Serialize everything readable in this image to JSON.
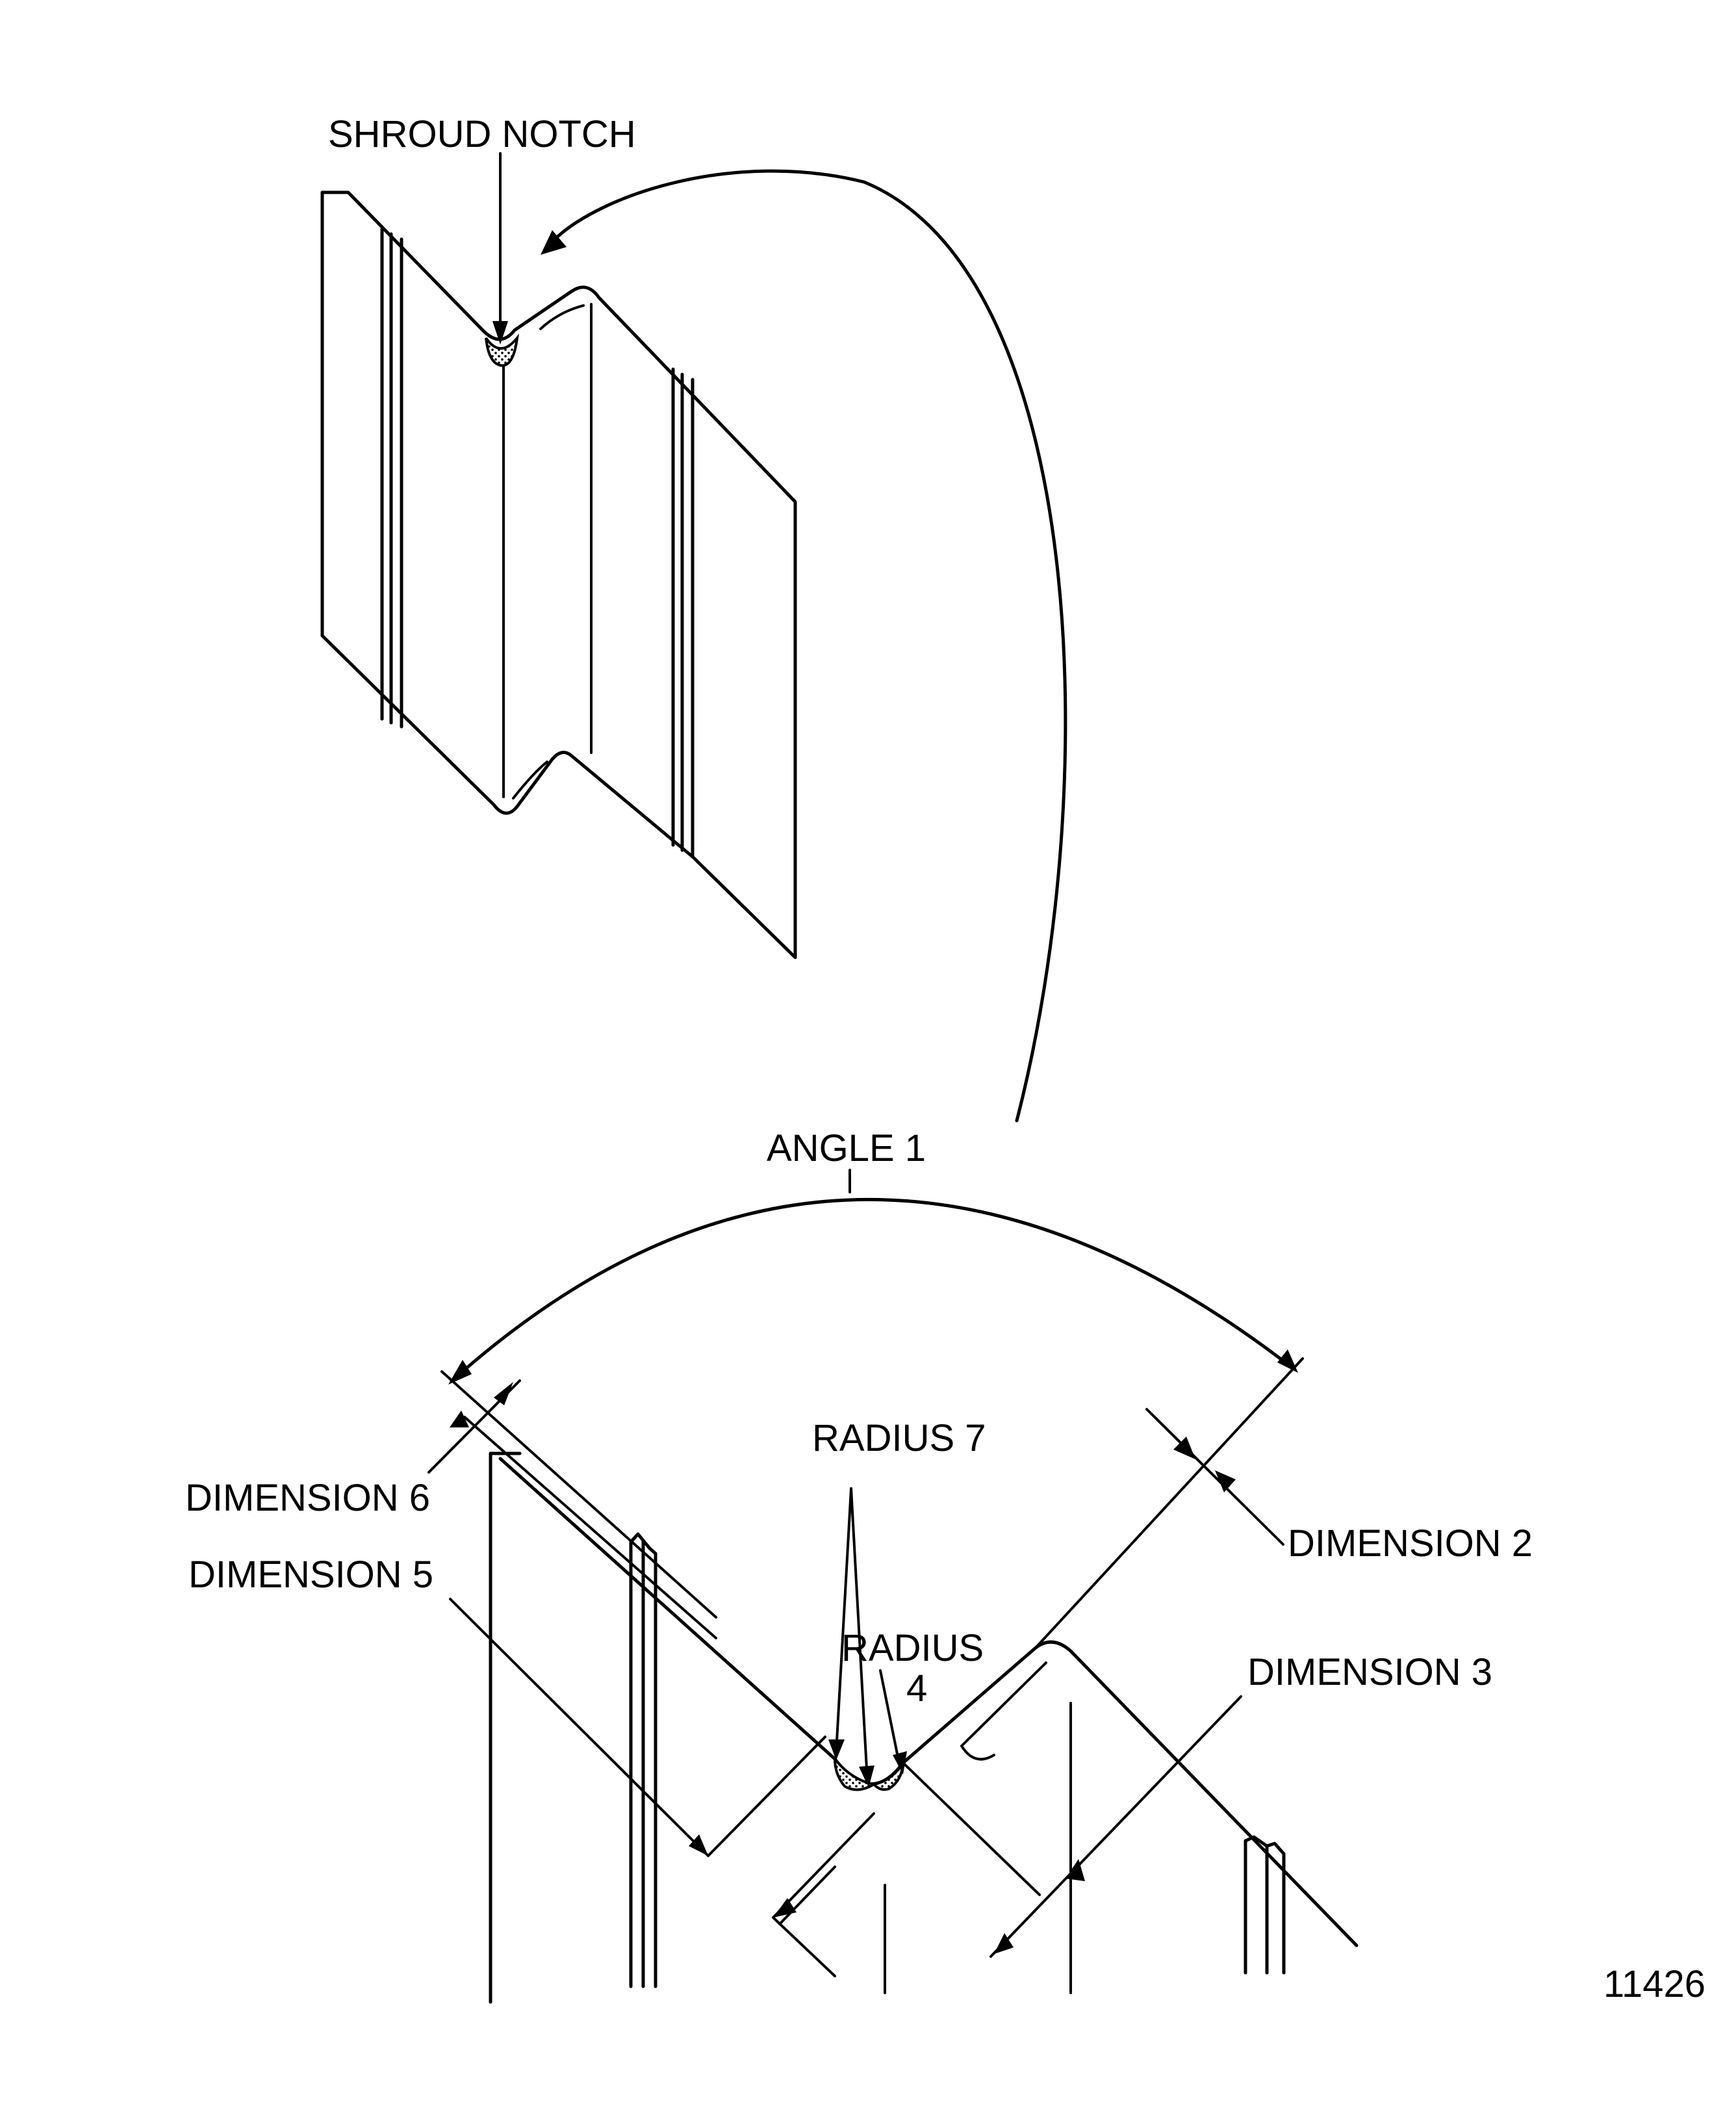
{
  "labels": {
    "shroud_notch": "SHROUD NOTCH",
    "angle_1": "ANGLE 1",
    "radius_7": "RADIUS 7",
    "radius_4_line1": "RADIUS",
    "radius_4_line2": "4",
    "dimension_2": "DIMENSION 2",
    "dimension_3": "DIMENSION 3",
    "dimension_5": "DIMENSION 5",
    "dimension_6": "DIMENSION 6",
    "figure_number": "11426"
  },
  "colors": {
    "ink": "#000000",
    "paper": "#ffffff"
  }
}
